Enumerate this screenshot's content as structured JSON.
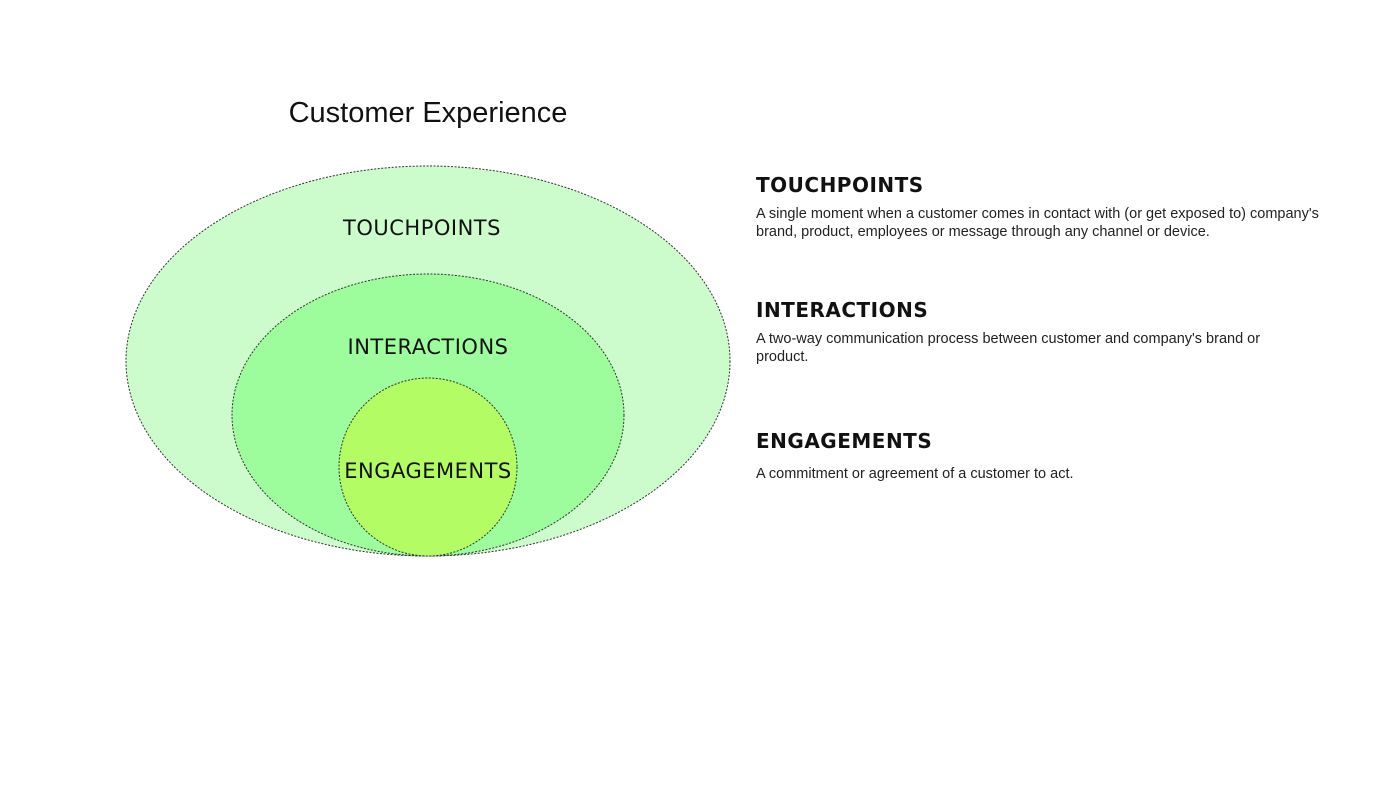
{
  "title": "Customer Experience",
  "colors": {
    "outer_fill": "#ccfccc",
    "middle_fill": "#9dfc9b",
    "inner_fill": "#b4fc64",
    "stroke": "#333333"
  },
  "rings": {
    "outer_label": "TOUCHPOINTS",
    "middle_label": "INTERACTIONS",
    "inner_label": "ENGAGEMENTS"
  },
  "definitions": [
    {
      "heading": "TOUCHPOINTS",
      "text": "A single moment when a customer comes in contact with (or get exposed to) company's brand, product, employees or message through any channel or device."
    },
    {
      "heading": "INTERACTIONS",
      "text": "A two-way communication process between customer and company's brand or product."
    },
    {
      "heading": "ENGAGEMENTS",
      "text": "A commitment or agreement of a customer to act."
    }
  ]
}
